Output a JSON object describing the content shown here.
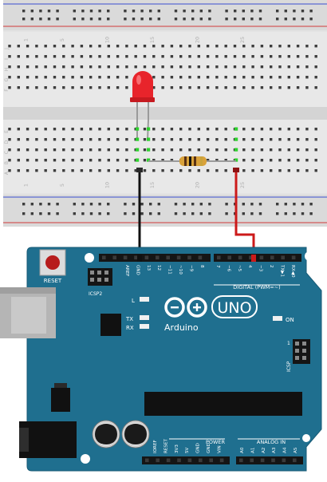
{
  "breadboard": {
    "top_numbers": [
      "1",
      "5",
      "10",
      "15",
      "20",
      "25"
    ],
    "bottom_numbers": [
      "1",
      "5",
      "10",
      "15",
      "20",
      "25"
    ],
    "row_letters_top": [
      "J",
      "I",
      "H",
      "G",
      "F"
    ],
    "row_letters_bottom": [
      "E",
      "D",
      "C",
      "B",
      "A"
    ]
  },
  "components": {
    "led_color": "#e8242b",
    "resistor_color": "#d9a23a",
    "wire_gnd_color": "#111111",
    "wire_signal_color": "#cc1a1a"
  },
  "arduino": {
    "board_color": "#1f6f8f",
    "reset_label": "RESET",
    "icsp2_label": "ICSP2",
    "icsp_label": "ICSP",
    "l_label": "L",
    "tx_label": "TX",
    "rx_label": "RX",
    "on_label": "ON",
    "uno_label": "UNO",
    "brand_label": "Arduino",
    "digital_label": "DIGITAL (PWM=~)",
    "power_label": "POWER",
    "analog_label": "ANALOG IN",
    "digital_left_pins": [
      "AREF",
      "GND",
      "13",
      "12",
      "~11",
      "~10",
      "~9",
      "8"
    ],
    "digital_right_pins": [
      "7",
      "~6",
      "~5",
      "4",
      "~3",
      "2",
      "TX▶1",
      "RX◀0"
    ],
    "power_pins": [
      "IOREF",
      "RESET",
      "3V3",
      "5V",
      "GND",
      "GND",
      "VIN"
    ],
    "analog_pins": [
      "A0",
      "A1",
      "A2",
      "A3",
      "A4",
      "A5"
    ]
  }
}
